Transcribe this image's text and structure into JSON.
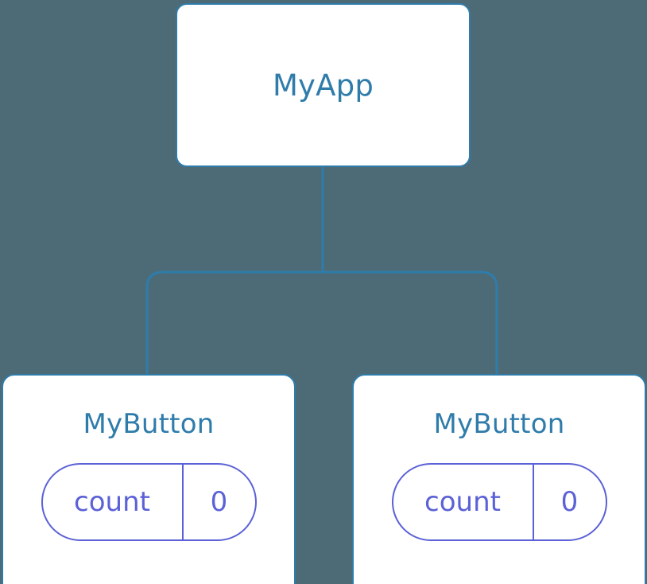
{
  "canvas": {
    "background_color": "#4d6b76",
    "edge_color": "#2f7cab",
    "node_border_color": "#2f7cab",
    "node_fill_color": "#ffffff",
    "node_title_color": "#2f7cab",
    "state_color": "#5b61d6"
  },
  "tree": {
    "root": {
      "title": "MyApp"
    },
    "children": [
      {
        "title": "MyButton",
        "state": {
          "key": "count",
          "value": "0"
        }
      },
      {
        "title": "MyButton",
        "state": {
          "key": "count",
          "value": "0"
        }
      }
    ]
  }
}
